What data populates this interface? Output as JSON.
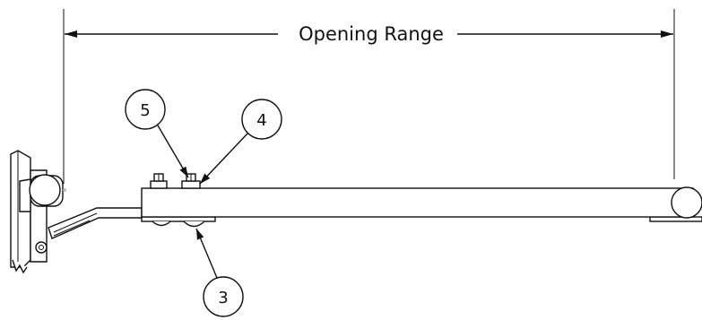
{
  "dimension": {
    "label": "Opening Range"
  },
  "balloons": [
    {
      "id": "balloon-3",
      "number": "3"
    },
    {
      "id": "balloon-4",
      "number": "4"
    },
    {
      "id": "balloon-5",
      "number": "5"
    }
  ]
}
